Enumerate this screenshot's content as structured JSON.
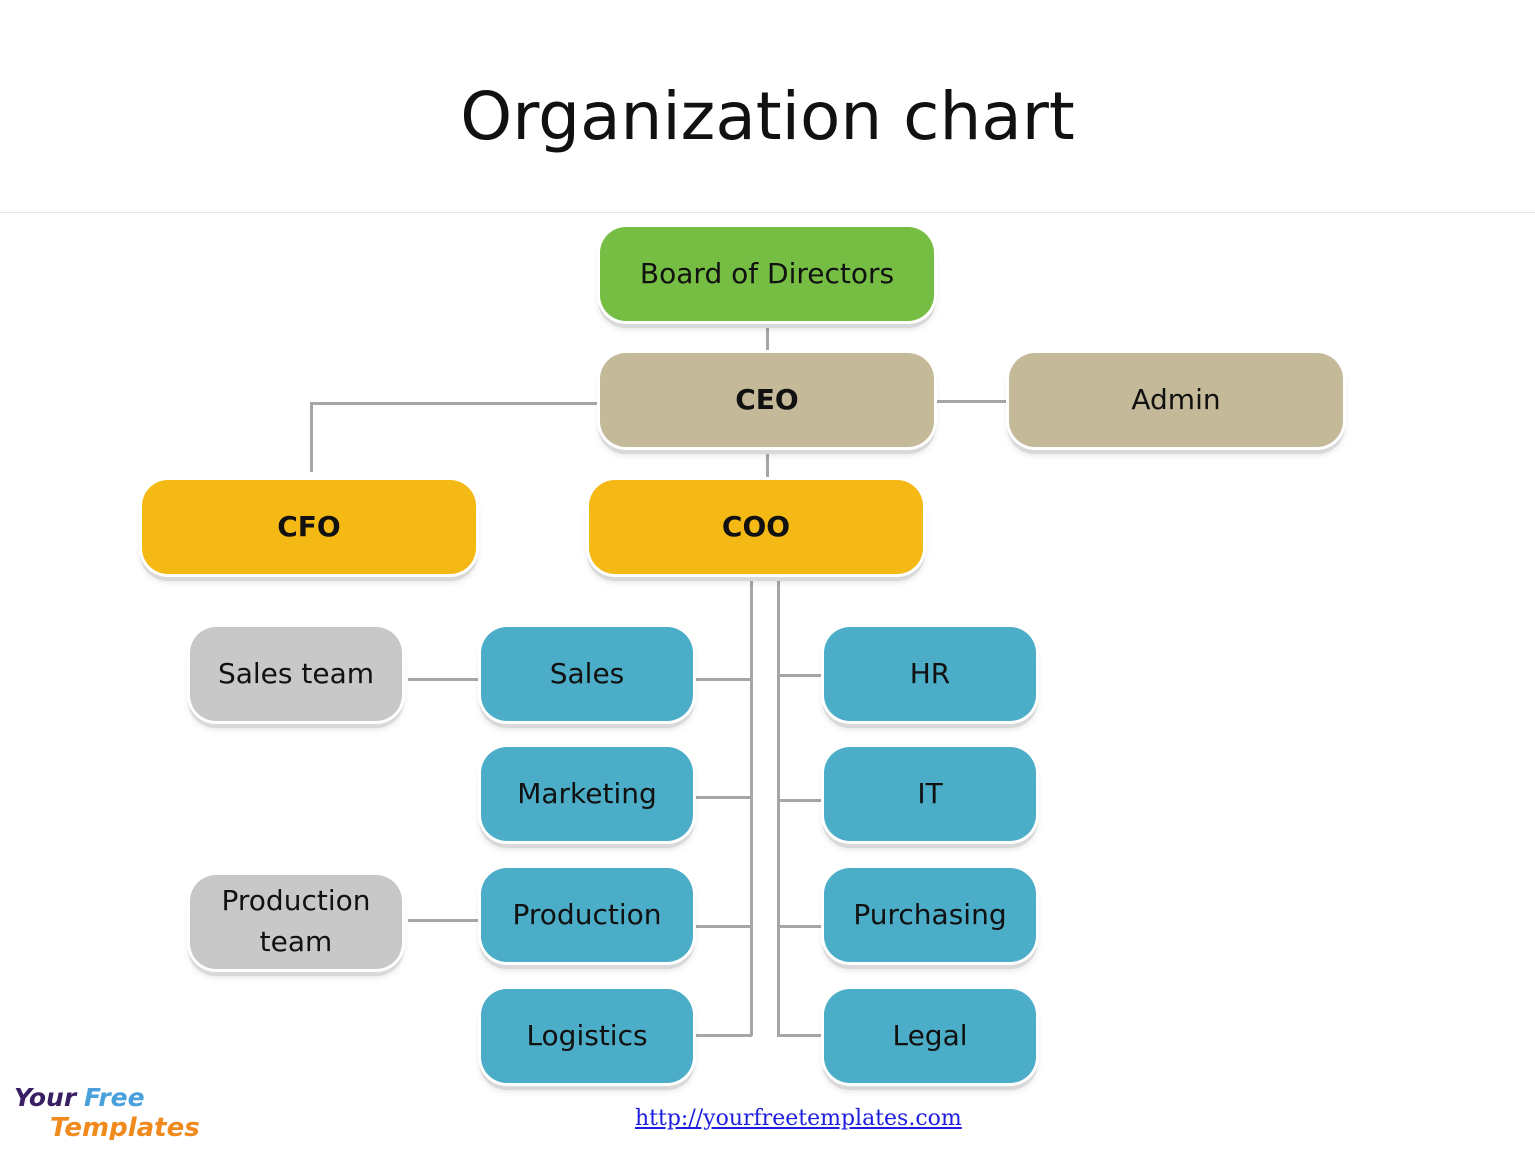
{
  "title": "Organization chart",
  "nodes": {
    "board": "Board of Directors",
    "ceo": "CEO",
    "admin": "Admin",
    "cfo": "CFO",
    "coo": "COO",
    "sales": "Sales",
    "marketing": "Marketing",
    "production": "Production",
    "logistics": "Logistics",
    "hr": "HR",
    "it": "IT",
    "purchasing": "Purchasing",
    "legal": "Legal",
    "sales_team": "Sales team",
    "production_team": "Production team"
  },
  "colors": {
    "board": "#76bd43",
    "executive": "#c4b999",
    "officer": "#f5b915",
    "department": "#4badc7",
    "team": "#c8c8c8",
    "connector": "#a6a6a6"
  },
  "footer": {
    "url": "http://yourfreetemplates.com",
    "logo_line1_a": "Your",
    "logo_line1_b": "Free",
    "logo_line2": "Templates"
  }
}
